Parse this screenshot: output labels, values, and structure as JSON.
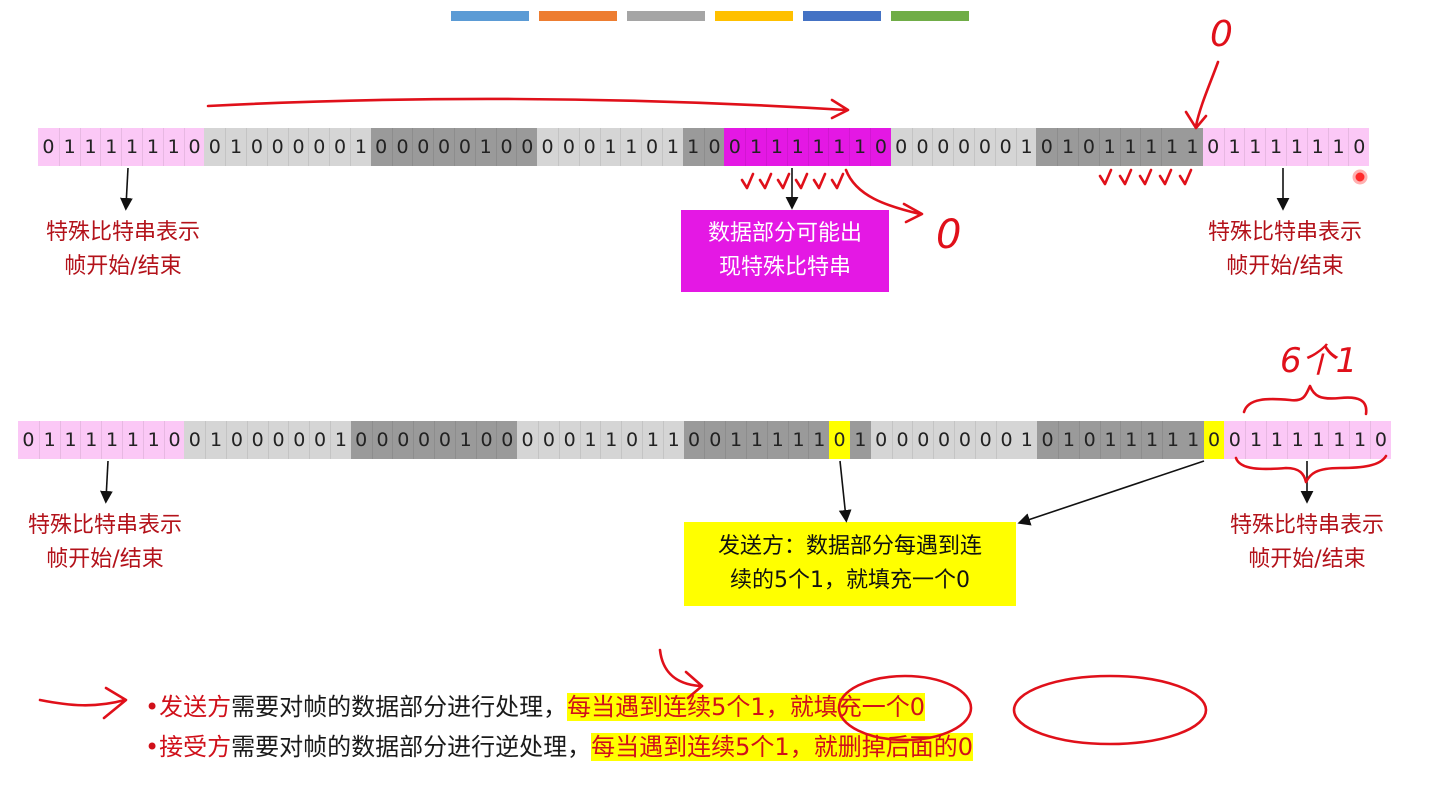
{
  "colors": {
    "flag_pink": "#fbc8f6",
    "light_gray": "#d5d5d5",
    "dark_gray": "#9a9a9a",
    "magenta": "#e418e4",
    "yellow": "#ffff00",
    "label_red": "#b3121a",
    "ink_red": "#e0101a"
  },
  "top_bar_colors": [
    "#5b9bd5",
    "#ed7d31",
    "#a5a5a5",
    "#ffc000",
    "#4472c4",
    "#70ad47"
  ],
  "frame_original": {
    "groups": [
      {
        "bits": "01111110",
        "color": "flag_pink"
      },
      {
        "bits": "01000001",
        "color": "light_gray"
      },
      {
        "bits": "00000100",
        "color": "dark_gray"
      },
      {
        "bits": "0001101",
        "color": "light_gray"
      },
      {
        "bits": "10",
        "color": "dark_gray"
      },
      {
        "bits": "01111110",
        "color": "magenta"
      },
      {
        "bits": "0000001",
        "color": "light_gray"
      },
      {
        "bits": "0101111",
        "color": "dark_gray"
      },
      {
        "bits": "1",
        "color": "dark_gray"
      },
      {
        "bits": "01111110",
        "color": "flag_pink"
      }
    ]
  },
  "frame_stuffed": {
    "groups": [
      {
        "bits": "01111110",
        "color": "flag_pink"
      },
      {
        "bits": "01000001",
        "color": "light_gray"
      },
      {
        "bits": "00000100",
        "color": "dark_gray"
      },
      {
        "bits": "00011011",
        "color": "light_gray"
      },
      {
        "bits": "0011111",
        "color": "dark_gray"
      },
      {
        "bits": "0",
        "color": "yellow"
      },
      {
        "bits": "1",
        "color": "dark_gray"
      },
      {
        "bits": "0000000",
        "color": "light_gray"
      },
      {
        "bits": "1",
        "color": "light_gray"
      },
      {
        "bits": "0101111",
        "color": "dark_gray"
      },
      {
        "bits": "1",
        "color": "dark_gray"
      },
      {
        "bits": "0",
        "color": "yellow"
      },
      {
        "bits": "01111110",
        "color": "flag_pink"
      }
    ]
  },
  "labels": {
    "flag_line1": "特殊比特串表示",
    "flag_line2": "帧开始/结束"
  },
  "callouts": {
    "magenta_line1": "数据部分可能出",
    "magenta_line2": "现特殊比特串",
    "yellow_line1": "发送方：数据部分每遇到连",
    "yellow_line2": "续的5个1，就填充一个0"
  },
  "bullets": {
    "bullet_char": "•",
    "line1": {
      "role": "发送方",
      "text": "需要对帧的数据部分进行处理，",
      "highlight": "每当遇到连续5个1，就填充一个0"
    },
    "line2": {
      "role": "接受方",
      "text": "需要对帧的数据部分进行逆处理，",
      "highlight": "每当遇到连续5个1，就删掉后面的0"
    }
  },
  "annotations": {
    "zero_top": "0",
    "zero_mid": "0",
    "six_ones": "6个1"
  }
}
